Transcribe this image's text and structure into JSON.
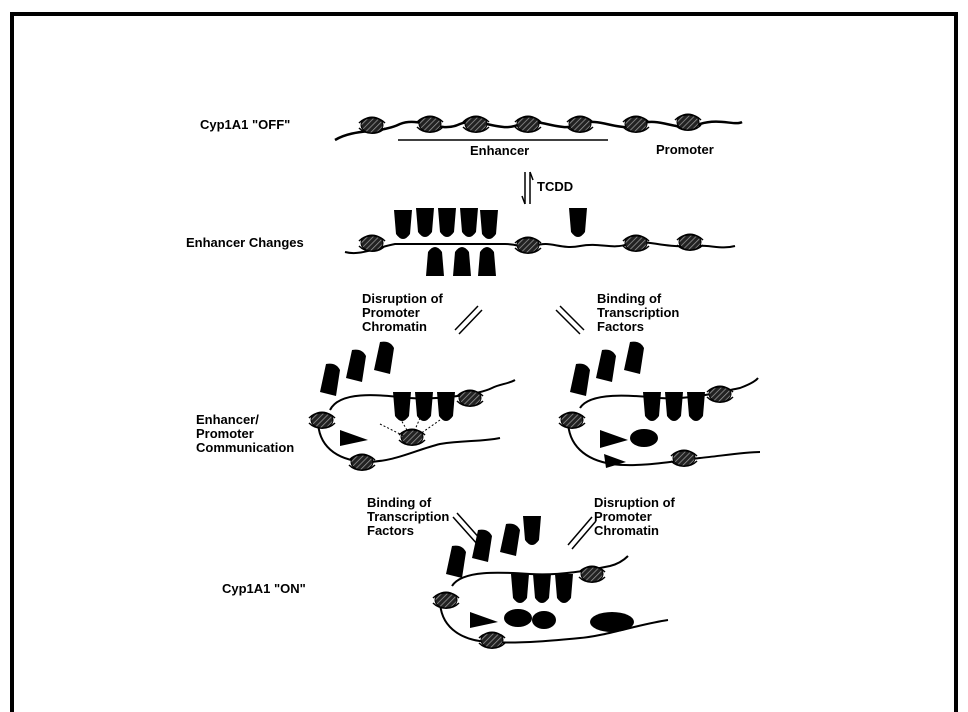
{
  "figure": {
    "off_label": "Cyp1A1 \"OFF\"",
    "enhancer_label": "Enhancer",
    "promoter_label": "Promoter",
    "tcdd_label": "TCDD",
    "enhancer_changes_label": "Enhancer Changes",
    "left_branch_label": "Disruption of\nPromoter\nChromatin",
    "right_branch_label": "Binding of\nTranscription\nFactors",
    "communication_label": "Enhancer/\nPromoter\nCommunication",
    "left_converge_label": "Binding of\nTranscription\nFactors",
    "right_converge_label": "Disruption of\nPromoter\nChromatin",
    "on_label": "Cyp1A1 \"ON\""
  },
  "colors": {
    "ink": "#000000",
    "nucleosome_hatch": "#7a7a7a",
    "background": "#ffffff"
  }
}
